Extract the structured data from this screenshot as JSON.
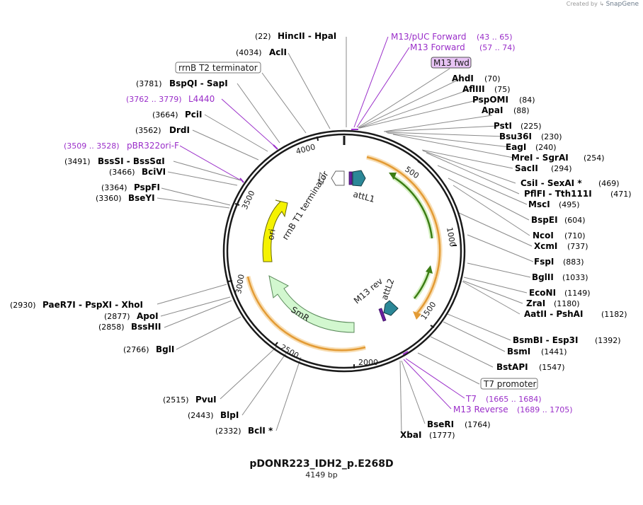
{
  "credit": {
    "prefix": "Created by",
    "brand": "SnapGene"
  },
  "map": {
    "title": "pDONR223_IDH2_p.E268D",
    "length_label": "4149 bp",
    "total_bp": 4149
  },
  "colors": {
    "backbone": "#1a1a1a",
    "site_label": "#000000",
    "primer": "#9a2ec9",
    "leader_line": "#8a8a8a",
    "orange_arc": "#e39b35",
    "green_arc": "#3c7d14",
    "ori": "#f5f200",
    "smr": "#d2f7cf",
    "att": "#2b8797"
  },
  "ticks": [
    "500",
    "1000",
    "1500",
    "2000",
    "2500",
    "3000",
    "3500",
    "4000"
  ],
  "sites_right": [
    {
      "name": "AhdI",
      "pos": "(70)"
    },
    {
      "name": "AflIII",
      "pos": "(75)"
    },
    {
      "name": "PspOMI",
      "pos": "(84)"
    },
    {
      "name": "ApaI",
      "pos": "(88)"
    },
    {
      "name": "PstI",
      "pos": "(225)"
    },
    {
      "name": "Bsu36I",
      "pos": "(230)"
    },
    {
      "name": "EagI",
      "pos": "(240)"
    },
    {
      "name": "MreI  -  SgrAI",
      "pos": "(254)"
    },
    {
      "name": "SacII",
      "pos": "(294)"
    },
    {
      "name": "CsiI  -  SexAI *",
      "pos": "(469)"
    },
    {
      "name": "PflFI  -  Tth111I",
      "pos": "(471)"
    },
    {
      "name": "MscI",
      "pos": "(495)"
    },
    {
      "name": "BspEI",
      "pos": "(604)"
    },
    {
      "name": "NcoI",
      "pos": "(710)"
    },
    {
      "name": "XcmI",
      "pos": "(737)"
    },
    {
      "name": "FspI",
      "pos": "(883)"
    },
    {
      "name": "BglII",
      "pos": "(1033)"
    },
    {
      "name": "EcoNI",
      "pos": "(1149)"
    },
    {
      "name": "ZraI",
      "pos": "(1180)"
    },
    {
      "name": "AatII  -  PshAI",
      "pos": "(1182)"
    },
    {
      "name": "BsmBI  -  Esp3I",
      "pos": "(1392)"
    },
    {
      "name": "BsmI",
      "pos": "(1441)"
    },
    {
      "name": "BstAPI",
      "pos": "(1547)"
    },
    {
      "name": "BseRI",
      "pos": "(1764)"
    },
    {
      "name": "XbaI",
      "pos": "(1777)"
    }
  ],
  "sites_left": [
    {
      "name": "HincII  -  HpaI",
      "pos": "(22)"
    },
    {
      "name": "AclI",
      "pos": "(4034)"
    },
    {
      "name": "BspQI  -  SapI",
      "pos": "(3781)"
    },
    {
      "name": "PciI",
      "pos": "(3664)"
    },
    {
      "name": "DrdI",
      "pos": "(3562)"
    },
    {
      "name": "BssSI  -  BssSαI",
      "pos": "(3491)"
    },
    {
      "name": "BciVI",
      "pos": "(3466)"
    },
    {
      "name": "PspFI",
      "pos": "(3364)"
    },
    {
      "name": "BseYI",
      "pos": "(3360)"
    },
    {
      "name": "PaeR7I  -  PspXI  -  XhoI",
      "pos": "(2930)"
    },
    {
      "name": "ApoI",
      "pos": "(2877)"
    },
    {
      "name": "BssHII",
      "pos": "(2858)"
    },
    {
      "name": "BglI",
      "pos": "(2766)"
    },
    {
      "name": "PvuI",
      "pos": "(2515)"
    },
    {
      "name": "BlpI",
      "pos": "(2443)"
    },
    {
      "name": "BclI *",
      "pos": "(2332)"
    }
  ],
  "primers": [
    {
      "name": "M13/pUC Forward",
      "pos": "(43 .. 65)"
    },
    {
      "name": "M13 Forward",
      "pos": "(57 .. 74)"
    },
    {
      "name": "L4440",
      "pos": "(3762 .. 3779)"
    },
    {
      "name": "pBR322ori-F",
      "pos": "(3509 .. 3528)"
    },
    {
      "name": "T7",
      "pos": "(1665 .. 1684)"
    },
    {
      "name": "M13 Reverse",
      "pos": "(1689 .. 1705)"
    }
  ],
  "boxed_labels": {
    "m13_fwd": "M13 fwd",
    "rrnb_t2": "rrnB T2 terminator",
    "t7_promoter": "T7 promoter"
  },
  "features": {
    "attL1": "attL1",
    "attL2": "attL2",
    "m13_rev": "M13 rev",
    "rrnb_t1": "rrnB T1 terminator",
    "ori": "ori",
    "smr": "SmR"
  }
}
